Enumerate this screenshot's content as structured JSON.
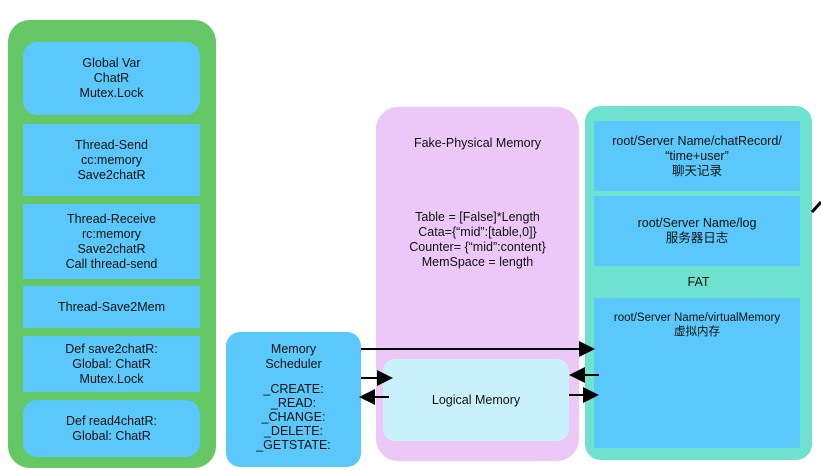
{
  "left_panel": {
    "global_box": "Global Var\nChatR\nMutex.Lock",
    "thread_send": "Thread-Send\ncc:memory\nSave2chatR",
    "thread_receive": "Thread-Receive\nrc:memory\nSave2chatR\nCall thread-send",
    "thread_save2mem": "Thread-Save2Mem",
    "def_save2chatr": "Def save2chatR:\nGlobal: ChatR\nMutex.Lock",
    "def_read4chatr": "Def read4chatR:\nGlobal: ChatR"
  },
  "scheduler": {
    "title": "Memory\nScheduler",
    "operations": "_CREATE:\n_READ:\n_CHANGE:\n_DELETE:\n_GETSTATE:"
  },
  "fake_memory": {
    "title": "Fake-Physical Memory",
    "body": "Table = [False]*Length\nCata={“mid”:[table,0]}\nCounter= {“mid”:content}\nMemSpace = length",
    "logical": "Logical Memory"
  },
  "right_panel": {
    "chat_record": "root/Server Name/chatRecord/\n“time+user”\n聊天记录",
    "log": "root/Server Name/log\n服务器日志",
    "fat_label": "FAT",
    "virtual_memory": "root/Server Name/virtualMemory\n虚拟内存"
  },
  "colors": {
    "left_panel_bg": "#66c766",
    "box_blue": "#5ac8fa",
    "fake_memory_bg": "#ebc8f7",
    "logical_memory_bg": "#c9f1fb",
    "right_panel_bg": "#6ee2cf",
    "arrow": "#000000"
  }
}
